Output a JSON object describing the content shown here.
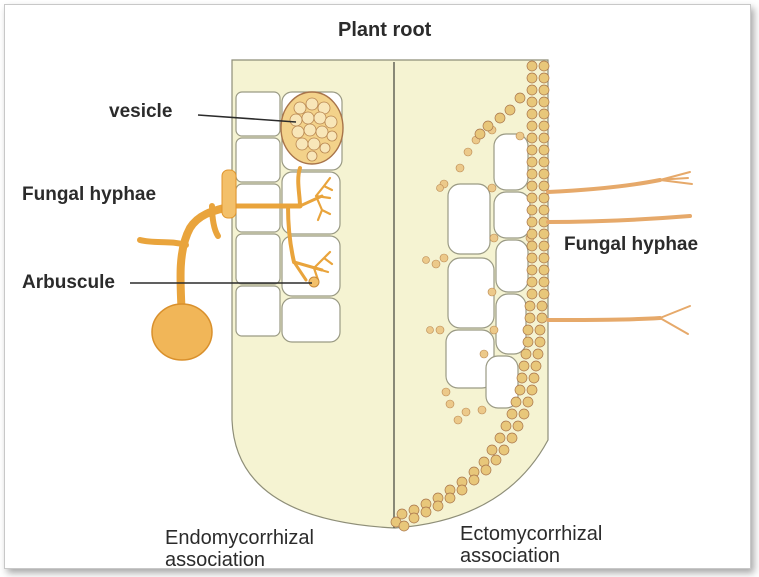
{
  "diagram": {
    "title": "Plant root",
    "labels": {
      "vesicle": "vesicle",
      "fungal_hyphae_left": "Fungal hyphae",
      "arbuscule": "Arbuscule",
      "fungal_hyphae_right": "Fungal hyphae"
    },
    "captions": {
      "endo_line1": "Endomycorrhizal",
      "endo_line2": "association",
      "ecto_line1": "Ectomycorrhizal",
      "ecto_line2": "association"
    },
    "colors": {
      "root_fill": "#f5f3d2",
      "hyphae": "#e9a43c",
      "hyphae_light": "#f3c06a",
      "sheath_cells": "#e8c77a",
      "sheath_outline": "#a8744a",
      "cell_outline": "#9a9a84",
      "ink": "#2b2b2b"
    }
  }
}
